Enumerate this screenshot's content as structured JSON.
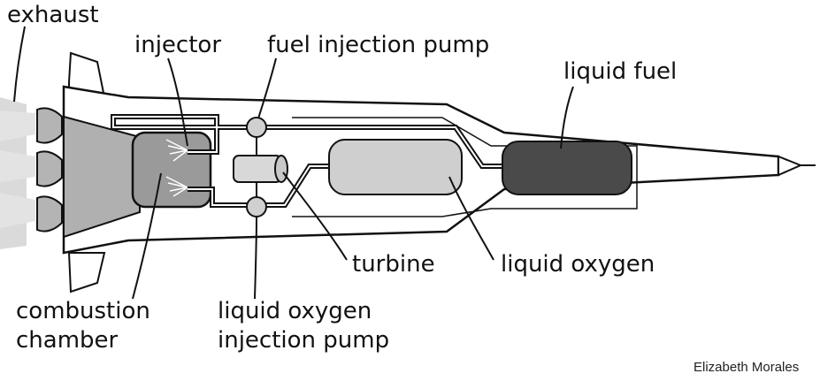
{
  "labels": {
    "exhaust": "exhaust",
    "injector": "injector",
    "fuel_injection_pump": "fuel injection pump",
    "liquid_fuel": "liquid fuel",
    "turbine": "turbine",
    "liquid_oxygen": "liquid oxygen",
    "combustion_chamber_1": "combustion",
    "combustion_chamber_2": "chamber",
    "lox_pump_1": "liquid oxygen",
    "lox_pump_2": "injection pump"
  },
  "credit": "Elizabeth Morales",
  "colors": {
    "outline": "#111111",
    "chamber_fill": "#9a9a9a",
    "nozzle_fill": "#b4b4b4",
    "liquid_fuel_fill": "#4a4a4a",
    "liquid_oxygen_fill": "#cfcfcf",
    "exhaust_fill": "#d9d9d9",
    "pump_fill": "#d0d0d0"
  }
}
